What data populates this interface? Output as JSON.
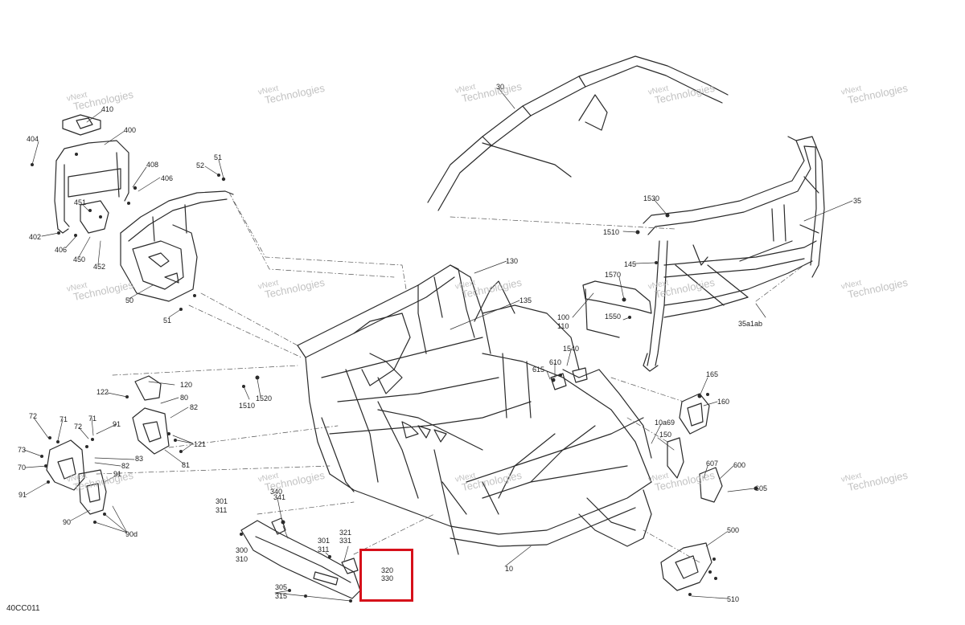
{
  "diagram_code": "40CC011",
  "watermark": {
    "line1": "vNext",
    "line2": "Technologies"
  },
  "highlight_color": "#d6101a",
  "callouts": {
    "c410": "410",
    "c400": "400",
    "c404": "404",
    "c408": "408",
    "c406a": "406",
    "c451": "451",
    "c402": "402",
    "c406b": "406",
    "c450": "450",
    "c452": "452",
    "c51a": "51",
    "c52": "52",
    "c50": "50",
    "c51b": "51",
    "c30": "30",
    "c35": "35",
    "c1530": "1530",
    "c1510a": "1510",
    "c145": "145",
    "c130": "130",
    "c135": "135",
    "c1570": "1570",
    "c100": "100",
    "c110": "110",
    "c1550": "1550",
    "c35a1ab": "35a1ab",
    "c1540": "1540",
    "c610": "610",
    "c615": "615",
    "c165": "165",
    "c160": "160",
    "c10a69": "10a69",
    "c150": "150",
    "c607": "607",
    "c600": "600",
    "c605": "605",
    "c500": "500",
    "c510": "510",
    "c10": "10",
    "c120": "120",
    "c122": "122",
    "c80": "80",
    "c82a": "82",
    "c121": "121",
    "c91a": "91",
    "c83": "83",
    "c81": "81",
    "c82b": "82",
    "c91b": "91",
    "c72a": "72",
    "c71a": "71",
    "c72b": "72",
    "c71b": "71",
    "c73": "73",
    "c70": "70",
    "c91c": "91",
    "c90": "90",
    "c90d": "90d",
    "c1520": "1520",
    "c1510b": "1510",
    "c301a": "301",
    "c311a": "311",
    "c341": "341",
    "c340": "340",
    "c300": "300",
    "c310": "310",
    "c301b": "301",
    "c311b": "311",
    "c321": "321",
    "c331": "331",
    "c320": "320",
    "c330": "330",
    "c305": "305",
    "c315": "315"
  }
}
